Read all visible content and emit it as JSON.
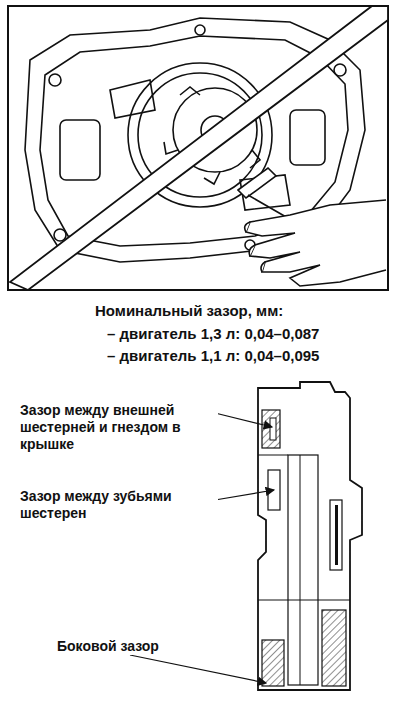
{
  "diagram": {
    "labels": [
      "Номинальный зазор, мм:",
      "– двигатель 1,3 л: 0,04–0,087",
      "– двигатель 1,1 л: 0,04–0,095",
      "Зазор между внешней шестерней и гнездом в крышке",
      "Зазор между зубьями шестерен",
      "Боковой зазор"
    ]
  }
}
